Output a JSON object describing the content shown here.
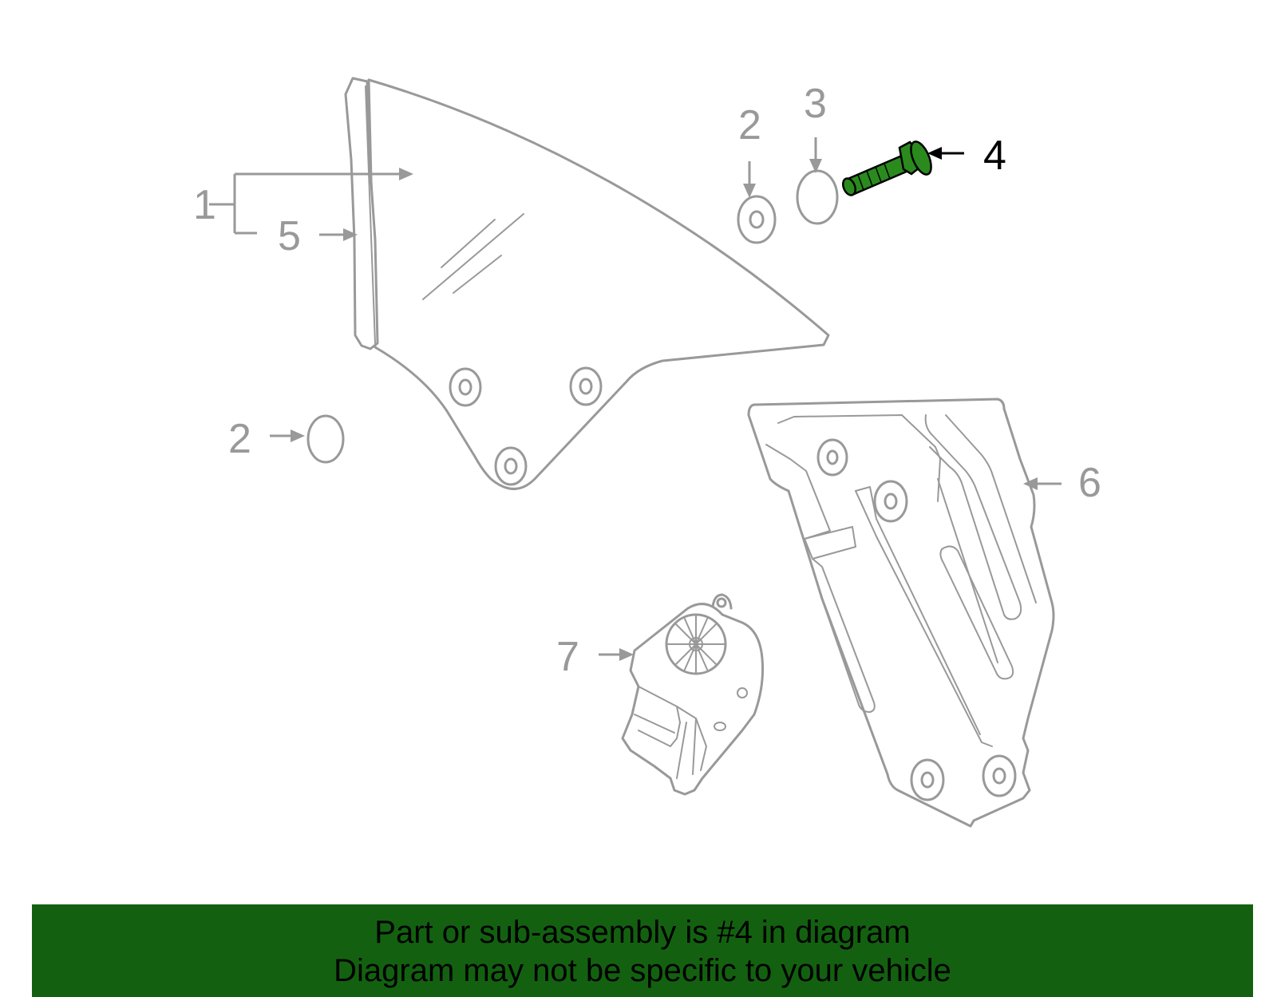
{
  "callouts": {
    "c1": "1",
    "c2a": "2",
    "c2b": "2",
    "c3": "3",
    "c4": "4",
    "c5": "5",
    "c6": "6",
    "c7": "7"
  },
  "highlight": {
    "callout": "4",
    "color": "#2a8a1e"
  },
  "banner": {
    "line1": "Part or sub-assembly is #4 in diagram",
    "line2": "Diagram may not be specific to your vehicle",
    "color": "#136110"
  }
}
